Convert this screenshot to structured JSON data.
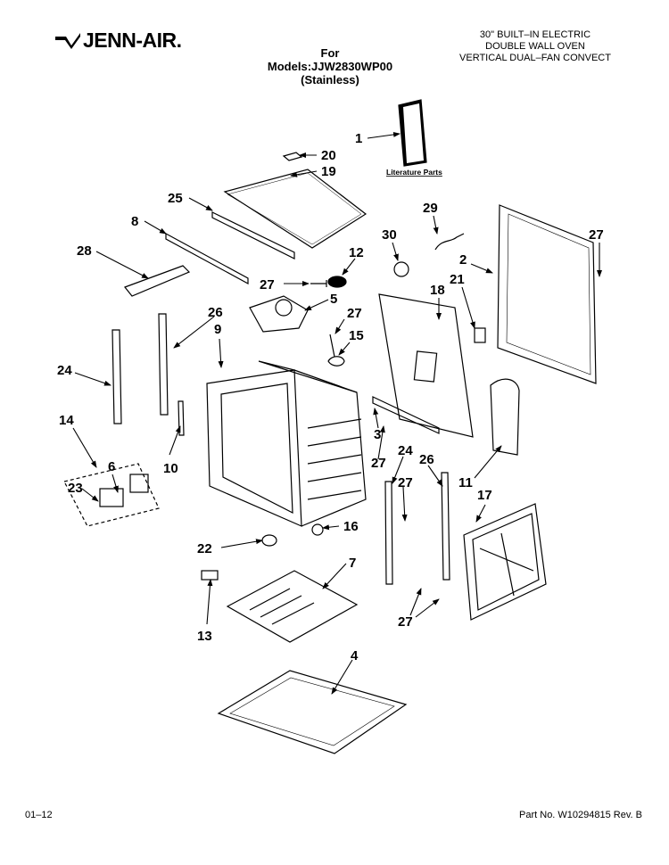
{
  "header": {
    "brand": "JENN-AIR.",
    "models_line1": "For Models:JJW2830WP00",
    "models_line2": "(Stainless)",
    "description_line1": "30\" BUILT–IN ELECTRIC",
    "description_line2": "DOUBLE WALL OVEN",
    "description_line3": "VERTICAL DUAL–FAN CONVECT"
  },
  "literature_label": "Literature Parts",
  "part_labels": {
    "p1": "1",
    "p2": "2",
    "p3": "3",
    "p4": "4",
    "p5": "5",
    "p6": "6",
    "p7": "7",
    "p8": "8",
    "p9": "9",
    "p10": "10",
    "p11": "11",
    "p12": "12",
    "p13": "13",
    "p14": "14",
    "p15": "15",
    "p16": "16",
    "p17": "17",
    "p18": "18",
    "p19": "19",
    "p20": "20",
    "p21": "21",
    "p22": "22",
    "p23": "23",
    "p24": "24",
    "p25": "25",
    "p26": "26",
    "p27": "27",
    "p28": "28",
    "p29": "29",
    "p30": "30"
  },
  "footer": {
    "date": "01–12",
    "part_number": "Part No. W10294815 Rev. B"
  }
}
